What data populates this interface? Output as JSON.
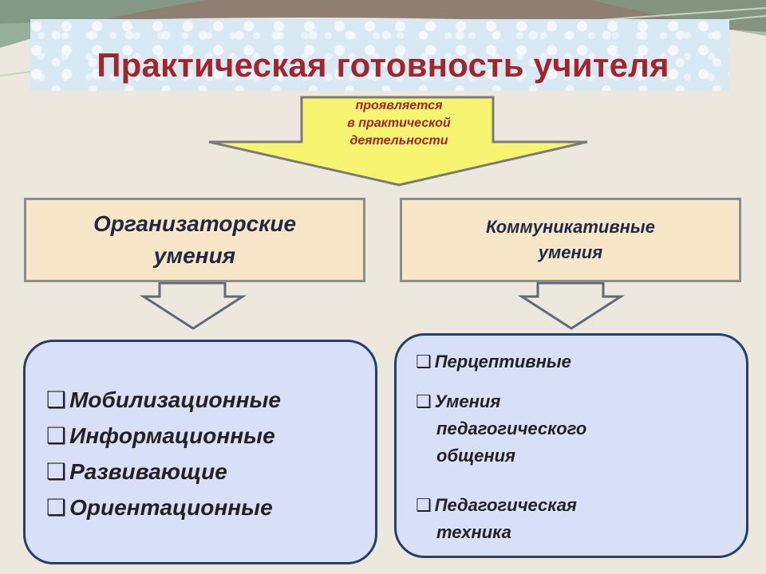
{
  "title": "Практическая готовность учителя",
  "arrow_label": [
    "проявляется",
    "в практической",
    "деятельности"
  ],
  "boxes": {
    "left": [
      "Организаторские",
      "умения"
    ],
    "right": [
      "Коммуникативные",
      "умения"
    ]
  },
  "left_list": [
    "Мобилизационные",
    "Информационные",
    "Развивающие",
    "Ориентационные"
  ],
  "right_list": {
    "item1": "Перцептивные",
    "item2": [
      "Умения",
      "педагогического",
      "общения"
    ],
    "item3": [
      "Педагогическая",
      "техника"
    ]
  },
  "bullet_glyph": "❑",
  "colors": {
    "title": "#a3242a",
    "arrow_fill": "#f6f471",
    "box_fill": "#f7e7c8",
    "list_fill": "#d7e0f6",
    "list_border": "#27406b"
  }
}
